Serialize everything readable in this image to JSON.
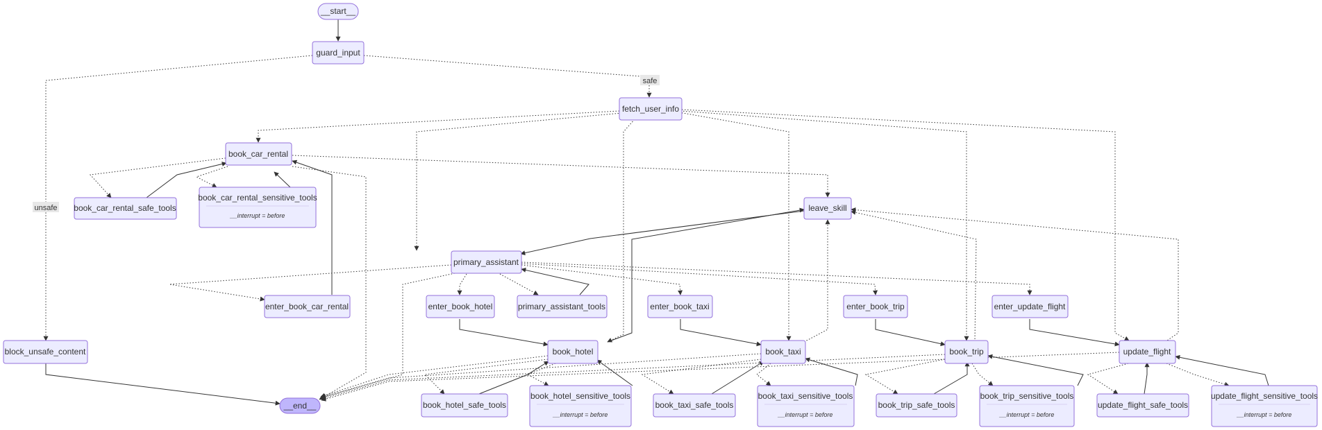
{
  "nodes": {
    "start": "__start__",
    "guard_input": "guard_input",
    "fetch_user_info": "fetch_user_info",
    "book_car_rental": "book_car_rental",
    "book_car_rental_safe_tools": "book_car_rental_safe_tools",
    "book_car_rental_sensitive_tools": "book_car_rental_sensitive_tools",
    "leave_skill": "leave_skill",
    "primary_assistant": "primary_assistant",
    "enter_book_car_rental": "enter_book_car_rental",
    "enter_book_hotel": "enter_book_hotel",
    "primary_assistant_tools": "primary_assistant_tools",
    "enter_book_taxi": "enter_book_taxi",
    "enter_book_trip": "enter_book_trip",
    "enter_update_flight": "enter_update_flight",
    "block_unsafe_content": "block_unsafe_content",
    "book_hotel": "book_hotel",
    "book_taxi": "book_taxi",
    "book_trip": "book_trip",
    "update_flight": "update_flight",
    "end": "__end__",
    "book_hotel_safe_tools": "book_hotel_safe_tools",
    "book_hotel_sensitive_tools": "book_hotel_sensitive_tools",
    "book_taxi_safe_tools": "book_taxi_safe_tools",
    "book_taxi_sensitive_tools": "book_taxi_sensitive_tools",
    "book_trip_safe_tools": "book_trip_safe_tools",
    "book_trip_sensitive_tools": "book_trip_sensitive_tools",
    "update_flight_safe_tools": "update_flight_safe_tools",
    "update_flight_sensitive_tools": "update_flight_sensitive_tools"
  },
  "interrupt_note": "__interrupt = before",
  "edge_labels": {
    "safe": "safe",
    "unsafe": "unsafe"
  },
  "colors": {
    "node_fill": "#ececff",
    "node_stroke": "#9370db",
    "end_fill": "#bfb6fc",
    "edge": "#333333"
  }
}
